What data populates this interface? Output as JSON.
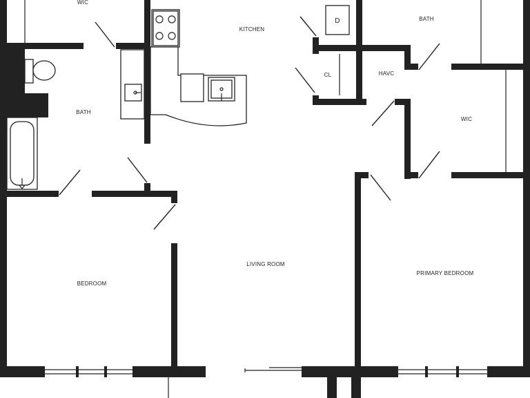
{
  "rooms": {
    "wic_top": "WIC",
    "kitchen": "KITCHEN",
    "bath_top": "BATH",
    "cl": "CL",
    "havc": "HAVC",
    "bath_left": "BATH",
    "wic_right": "WIC",
    "living": "LIVING ROOM",
    "bedroom": "BEDROOM",
    "primary_bedroom": "PRIMARY BEDROOM"
  },
  "appliances": {
    "dryer": "D"
  },
  "colors": {
    "wall": "#222222",
    "background": "#ffffff"
  }
}
